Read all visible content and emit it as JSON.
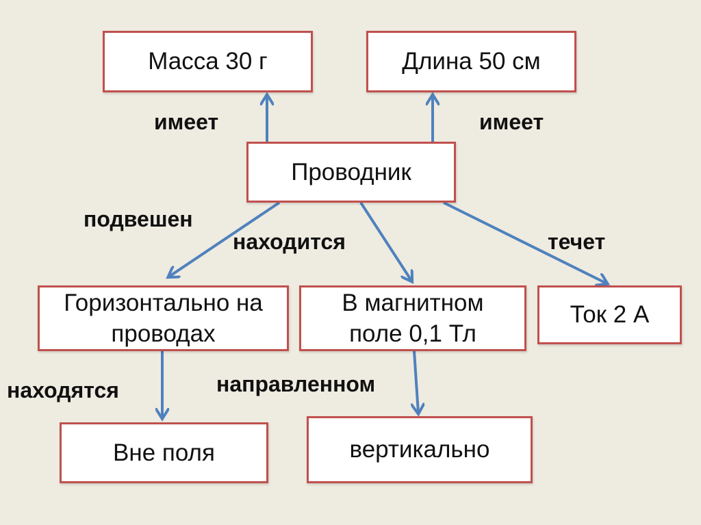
{
  "nodes": {
    "mass": "Масса 30 г",
    "length": "Длина 50 см",
    "conductor": "Проводник",
    "horizontal": "Горизонтально на проводах",
    "field": "В магнитном поле 0,1 Тл",
    "current": "Ток 2 А",
    "outside": "Вне поля",
    "vertical": "вертикально"
  },
  "edges": {
    "has1": "имеет",
    "has2": "имеет",
    "suspended": "подвешен",
    "located": "находится",
    "flows": "течет",
    "are_located": "находятся",
    "directed": "направленном"
  },
  "colors": {
    "box_border": "#c0504d",
    "arrow": "#4f81bd",
    "background": "#eeebe0"
  }
}
